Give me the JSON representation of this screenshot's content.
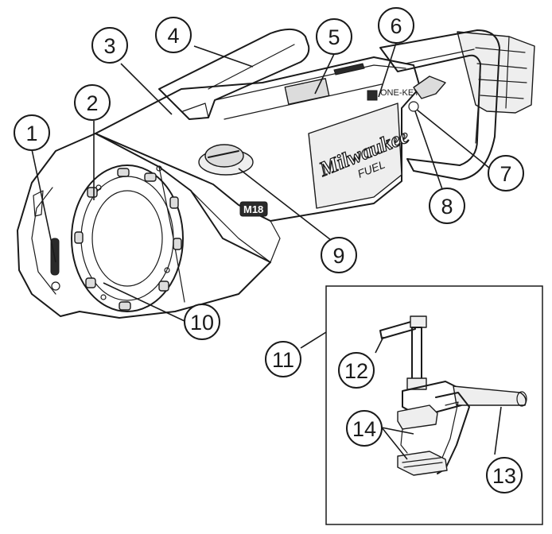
{
  "diagram": {
    "brand_logo": "Milwaukee",
    "fuel_badge": "FUEL",
    "m18_badge": "M18",
    "one_key_badge": "ONE-KEY",
    "callouts": [
      {
        "label": "1"
      },
      {
        "label": "2"
      },
      {
        "label": "3"
      },
      {
        "label": "4"
      },
      {
        "label": "5"
      },
      {
        "label": "6"
      },
      {
        "label": "7"
      },
      {
        "label": "8"
      },
      {
        "label": "9"
      },
      {
        "label": "10"
      },
      {
        "label": "11"
      },
      {
        "label": "12"
      },
      {
        "label": "13"
      },
      {
        "label": "14"
      }
    ]
  },
  "colors": {
    "line": "#1a1a1a",
    "shade": "#dcdcdc",
    "background": "#ffffff"
  }
}
